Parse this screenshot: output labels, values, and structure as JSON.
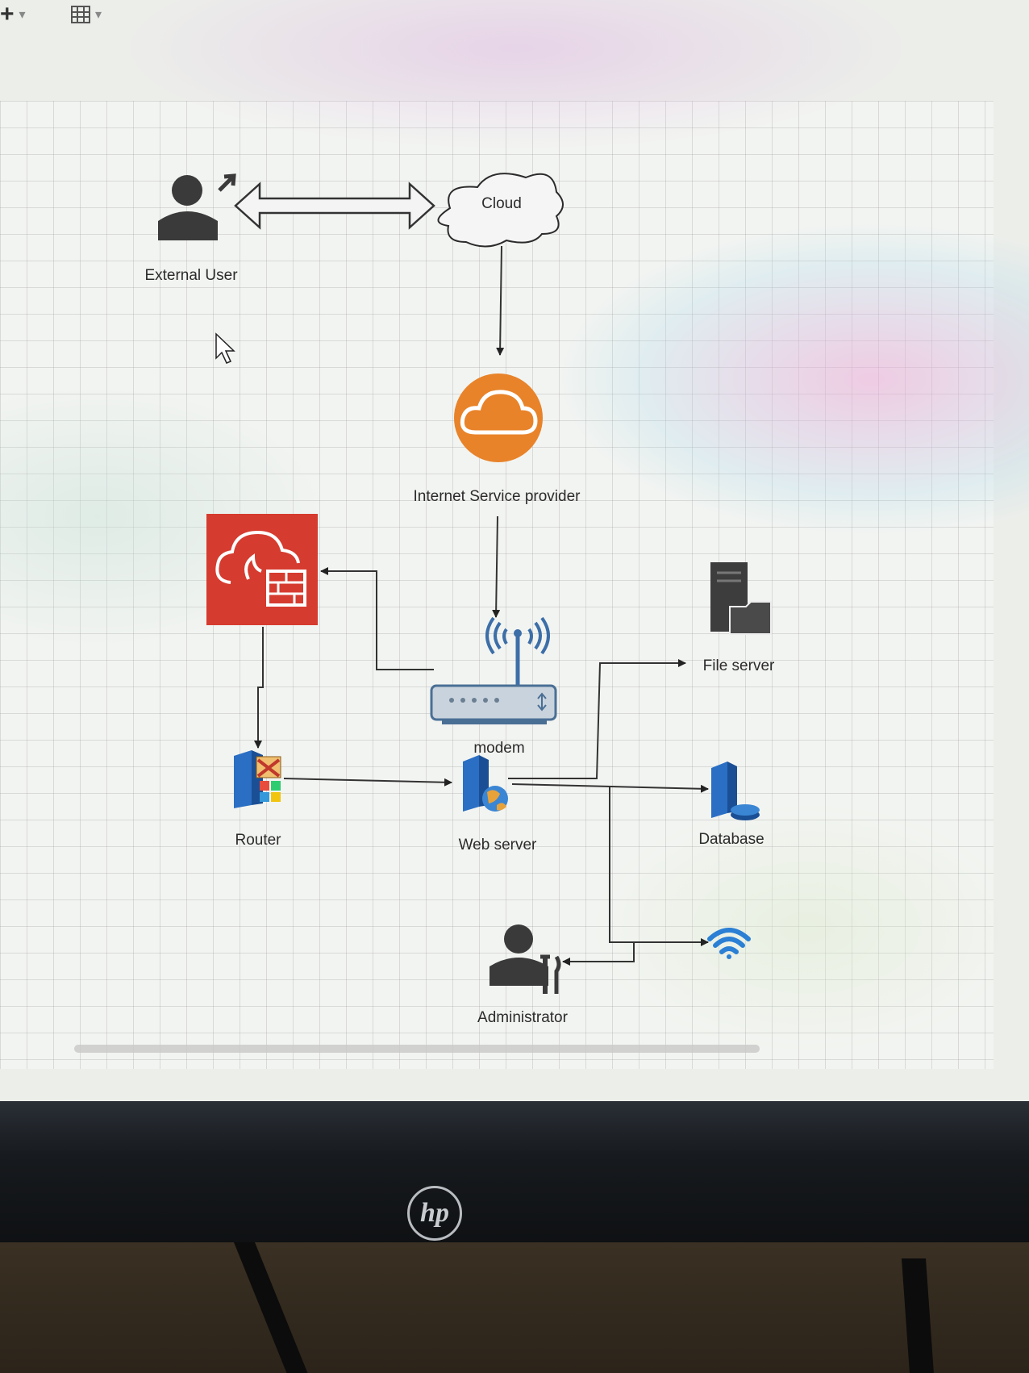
{
  "toolbar": {
    "add_icon": "plus-icon",
    "add_symbol": "+",
    "dropdown_symbol": "▾",
    "table_icon": "table-grid-icon"
  },
  "diagram": {
    "nodes": {
      "external_user": {
        "label": "External User",
        "icon": "user-external-icon"
      },
      "cloud": {
        "label": "Cloud",
        "icon": "cloud-shape"
      },
      "isp": {
        "label": "Internet Service provider",
        "icon": "orange-cloud-icon"
      },
      "firewall": {
        "label": "",
        "icon": "firewall-icon"
      },
      "modem": {
        "label": "modem",
        "icon": "wifi-modem-icon"
      },
      "file_server": {
        "label": "File server",
        "icon": "file-server-icon"
      },
      "router": {
        "label": "Router",
        "icon": "router-icon"
      },
      "web_server": {
        "label": "Web server",
        "icon": "web-server-icon"
      },
      "database": {
        "label": "Database",
        "icon": "database-icon"
      },
      "wifi": {
        "label": "",
        "icon": "wifi-icon"
      },
      "administrator": {
        "label": "Administrator",
        "icon": "admin-user-icon"
      }
    },
    "edges": [
      {
        "from": "external_user",
        "to": "cloud",
        "style": "double-arrow"
      },
      {
        "from": "cloud",
        "to": "isp"
      },
      {
        "from": "isp",
        "to": "modem"
      },
      {
        "from": "modem",
        "to": "firewall"
      },
      {
        "from": "firewall",
        "to": "router"
      },
      {
        "from": "router",
        "to": "web_server"
      },
      {
        "from": "web_server",
        "to": "file_server"
      },
      {
        "from": "web_server",
        "to": "database"
      },
      {
        "from": "web_server",
        "to": "wifi"
      },
      {
        "from": "web_server",
        "to": "administrator"
      }
    ]
  },
  "colors": {
    "firewall_red": "#d63b2f",
    "isp_orange": "#e8832a",
    "server_blue": "#2b6fc4",
    "icon_dark": "#3a3a3a"
  },
  "monitor": {
    "brand": "hp"
  }
}
